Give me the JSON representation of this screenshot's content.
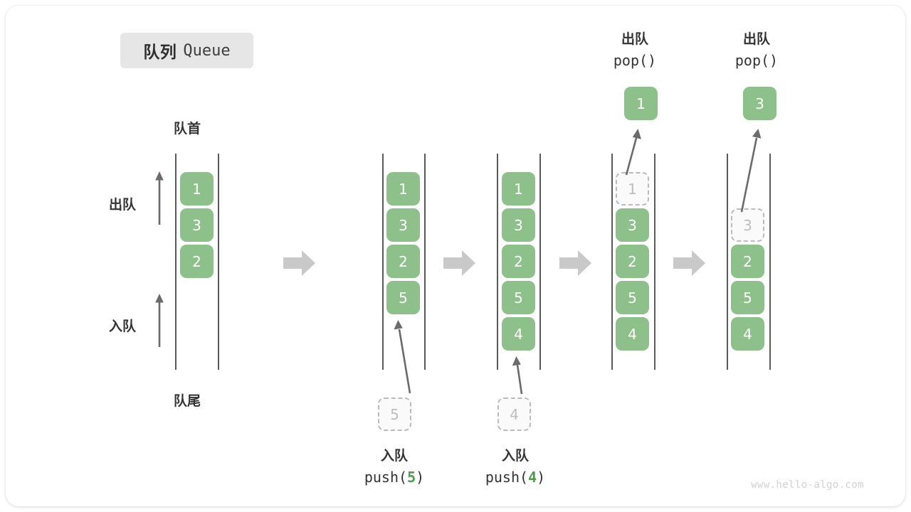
{
  "title": {
    "cn": "队列",
    "en": "Queue"
  },
  "annotations": {
    "head": "队首",
    "tail": "队尾",
    "dequeue": "出队",
    "enqueue": "入队"
  },
  "watermark": "www.hello-algo.com",
  "colors": {
    "cell_fill": "#8ec08c",
    "cell_text": "#ffffff",
    "ghost_border": "#bbbbbb",
    "ghost_text": "#bdbdbd",
    "rail": "#595959",
    "arrow": "#6b6b6b",
    "step_arrow": "#c9c9c9",
    "badge_bg": "#e6e6e6",
    "accent_number": "#4e9a51"
  },
  "steps": [
    {
      "id": "initial",
      "cells": [
        {
          "value": "1",
          "state": "filled"
        },
        {
          "value": "3",
          "state": "filled"
        },
        {
          "value": "2",
          "state": "filled"
        }
      ]
    },
    {
      "id": "after-push-5",
      "cells": [
        {
          "value": "1",
          "state": "filled"
        },
        {
          "value": "3",
          "state": "filled"
        },
        {
          "value": "2",
          "state": "filled"
        },
        {
          "value": "5",
          "state": "filled"
        }
      ],
      "operation": {
        "cn": "入队",
        "fn_prefix": "push(",
        "arg": "5",
        "fn_suffix": ")"
      },
      "incoming": {
        "value": "5",
        "state": "ghost"
      }
    },
    {
      "id": "after-push-4",
      "cells": [
        {
          "value": "1",
          "state": "filled"
        },
        {
          "value": "3",
          "state": "filled"
        },
        {
          "value": "2",
          "state": "filled"
        },
        {
          "value": "5",
          "state": "filled"
        },
        {
          "value": "4",
          "state": "filled"
        }
      ],
      "operation": {
        "cn": "入队",
        "fn_prefix": "push(",
        "arg": "4",
        "fn_suffix": ")"
      },
      "incoming": {
        "value": "4",
        "state": "ghost"
      }
    },
    {
      "id": "after-pop-1",
      "cells": [
        {
          "value": "1",
          "state": "ghost"
        },
        {
          "value": "3",
          "state": "filled"
        },
        {
          "value": "2",
          "state": "filled"
        },
        {
          "value": "5",
          "state": "filled"
        },
        {
          "value": "4",
          "state": "filled"
        }
      ],
      "operation": {
        "cn": "出队",
        "fn": "pop()"
      },
      "popped": {
        "value": "1",
        "state": "filled"
      }
    },
    {
      "id": "after-pop-3",
      "cells": [
        {
          "value": "3",
          "state": "ghost"
        },
        {
          "value": "2",
          "state": "filled"
        },
        {
          "value": "5",
          "state": "filled"
        },
        {
          "value": "4",
          "state": "filled"
        }
      ],
      "operation": {
        "cn": "出队",
        "fn": "pop()"
      },
      "popped": {
        "value": "3",
        "state": "filled"
      }
    }
  ]
}
